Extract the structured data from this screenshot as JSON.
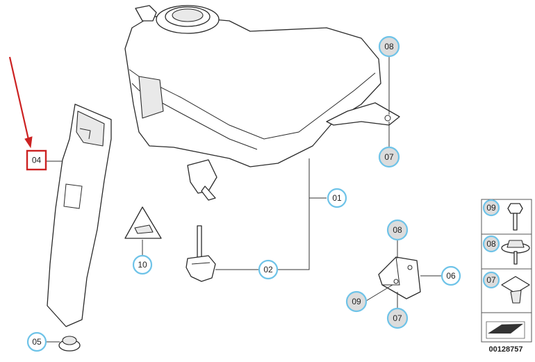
{
  "callouts": {
    "c01": "01",
    "c02": "02",
    "c04": "04",
    "c05": "05",
    "c06": "06",
    "c07_top": "07",
    "c07_bottom": "07",
    "c08_top": "08",
    "c08_mid": "08",
    "c09_mid": "09",
    "c10": "10"
  },
  "legend": {
    "items": [
      "09",
      "08",
      "07"
    ]
  },
  "diagram_number": "00128757",
  "colors": {
    "callout_ring": "#6ec3e8",
    "highlight_box": "#cc2222",
    "arrow": "#cc2222"
  }
}
